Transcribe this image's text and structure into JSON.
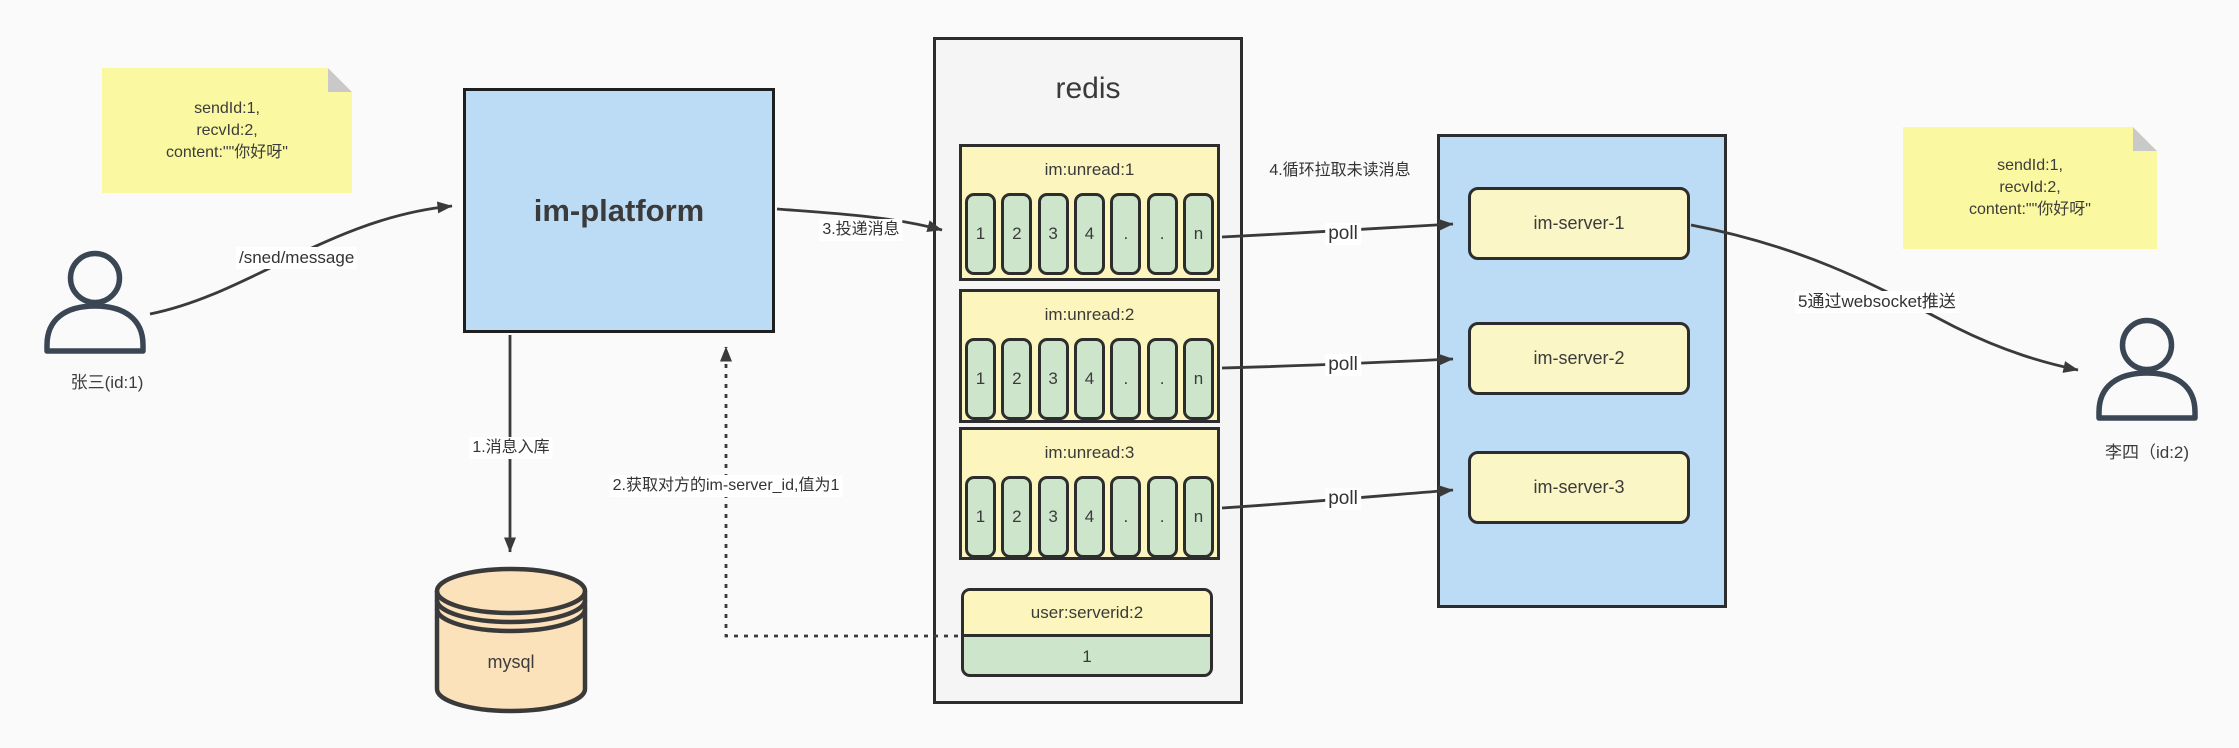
{
  "palette": {
    "background": "#FAFAFA",
    "note_yellow": "#FAF8A0",
    "note_fold_gray": "#C9C9C9",
    "box_blue": "#BCDCF5",
    "queue_yellow": "#FCF6BE",
    "cell_green": "#CDE6CB",
    "server_yellow": "#FBF6C6",
    "db_tan": "#FBE2BB",
    "redis_container_gray": "#F5F5F5",
    "line_dark": "#3A3A3A"
  },
  "notes": {
    "left": {
      "line1": "sendId:1,",
      "line2": "recvId:2,",
      "line3": "content:\"\"你好呀\""
    },
    "right": {
      "line1": "sendId:1,",
      "line2": "recvId:2,",
      "line3": "content:\"\"你好呀\""
    }
  },
  "actors": {
    "sender": {
      "label": "张三(id:1)"
    },
    "receiver": {
      "label": "李四（id:2)"
    }
  },
  "platform": {
    "label": "im-platform"
  },
  "database": {
    "label": "mysql"
  },
  "redis": {
    "title": "redis",
    "queues": [
      {
        "header": "im:unread:1",
        "cells": [
          "1",
          "2",
          "3",
          "4",
          ".",
          ".",
          "n"
        ]
      },
      {
        "header": "im:unread:2",
        "cells": [
          "1",
          "2",
          "3",
          "4",
          ".",
          ".",
          "n"
        ]
      },
      {
        "header": "im:unread:3",
        "cells": [
          "1",
          "2",
          "3",
          "4",
          ".",
          ".",
          "n"
        ]
      }
    ],
    "kv": {
      "header": "user:serverid:2",
      "value": "1"
    }
  },
  "cluster": {
    "servers": [
      {
        "label": "im-server-1"
      },
      {
        "label": "im-server-2"
      },
      {
        "label": "im-server-3"
      }
    ]
  },
  "edges": {
    "send": {
      "label": "/sned/message"
    },
    "store": {
      "label": "1.消息入库"
    },
    "lookup": {
      "label": "2.获取对方的im-server_id,值为1"
    },
    "deliver": {
      "label": "3.投递消息"
    },
    "pull": {
      "label": "4.循环拉取未读消息"
    },
    "poll1": {
      "label": "poll"
    },
    "poll2": {
      "label": "poll"
    },
    "poll3": {
      "label": "poll"
    },
    "push": {
      "label": "5通过websocket推送"
    }
  }
}
